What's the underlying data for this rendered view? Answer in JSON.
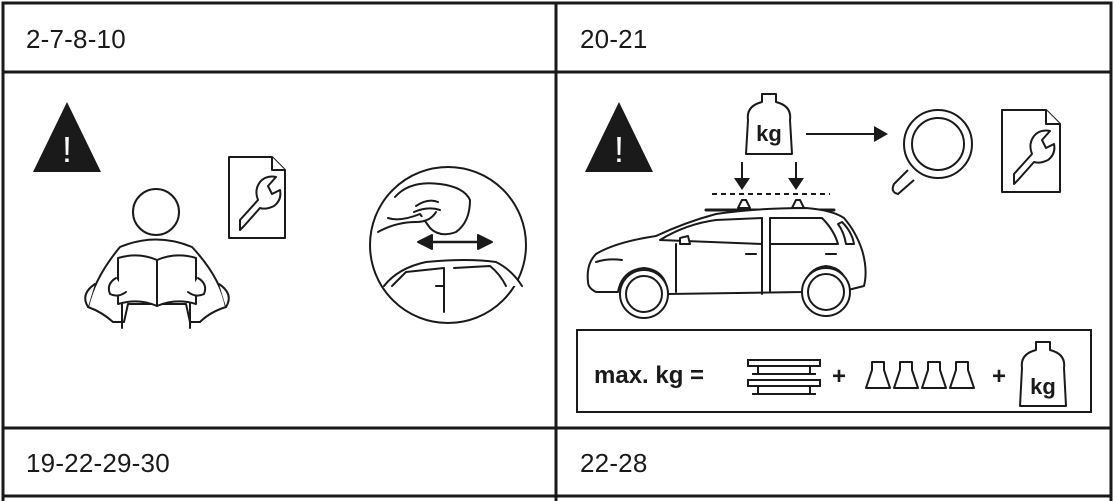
{
  "cells": {
    "top_left": {
      "label": "2-7-8-10"
    },
    "top_right": {
      "label": "20-21"
    },
    "bottom_left": {
      "label": "19-22-29-30"
    },
    "bottom_right": {
      "label": "22-28"
    }
  },
  "warning": {
    "symbol": "!"
  },
  "weight": {
    "label": "kg"
  },
  "formula": {
    "label": "max. kg =",
    "plus": "+"
  },
  "icons": {
    "warning": "warning-triangle-icon",
    "person_reading": "person-reading-manual-icon",
    "manual": "manual-wrench-icon",
    "cleaning": "cleaning-roof-icon",
    "weight": "weight-kg-icon",
    "magnifier": "magnifier-icon",
    "car": "car-with-roof-rack-icon",
    "bars": "roof-bars-icon",
    "feet": "roof-rack-foot-icon"
  }
}
